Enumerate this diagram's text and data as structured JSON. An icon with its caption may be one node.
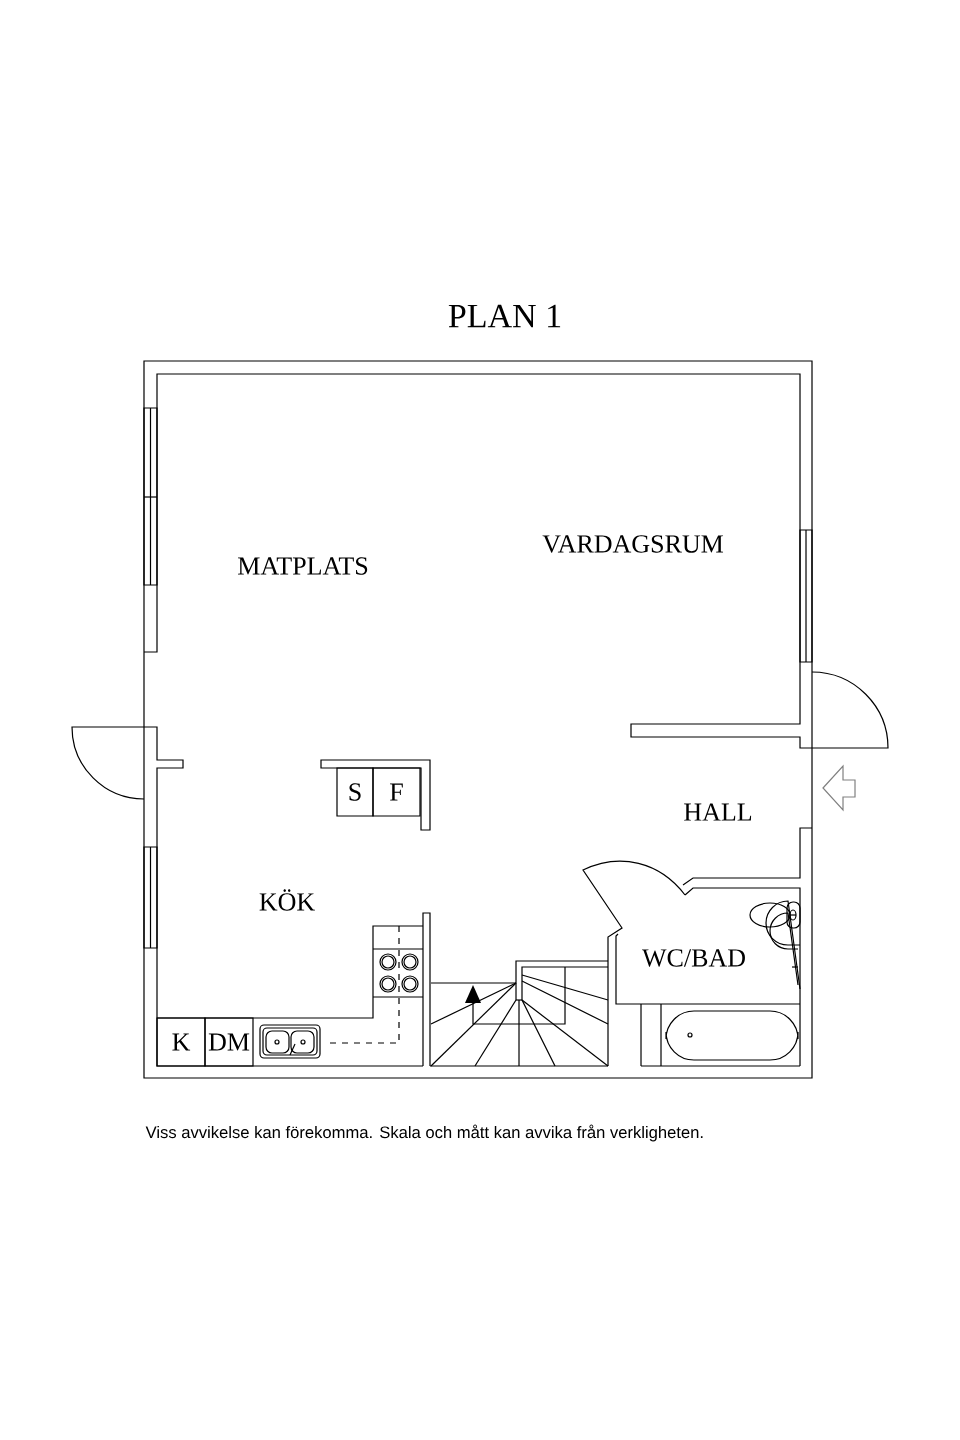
{
  "diagram": {
    "title": "PLAN 1",
    "caption": "Viss avvikelse kan förekomma. Skala och mått kan avvika från verkligheten.",
    "nodes": [
      {
        "text": [
          "S"
        ]
      },
      {
        "text": [
          "F"
        ]
      },
      {
        "text": [
          "K"
        ]
      },
      {
        "text": [
          "DM"
        ]
      }
    ],
    "labels": [
      "VARDAGSRUM",
      "MATPLATS",
      "HALL",
      "KÖK",
      "WC/BAD"
    ]
  }
}
